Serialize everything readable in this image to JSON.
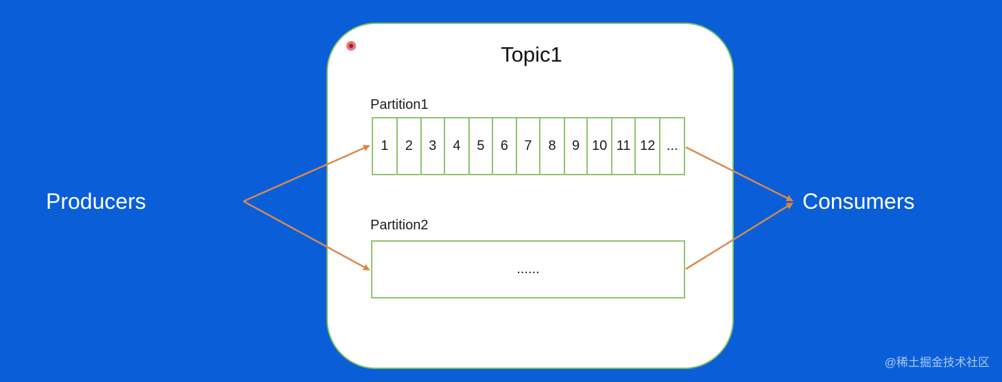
{
  "diagram": {
    "topic": {
      "title": "Topic1"
    },
    "producers_label": "Producers",
    "consumers_label": "Consumers",
    "partition1": {
      "label": "Partition1",
      "cells": [
        "1",
        "2",
        "3",
        "4",
        "5",
        "6",
        "7",
        "8",
        "9",
        "10",
        "11",
        "12",
        "..."
      ]
    },
    "partition2": {
      "label": "Partition2",
      "content": "......"
    },
    "watermark": "@稀土掘金技术社区"
  },
  "colors": {
    "background": "#0a5fd9",
    "topic_fill": "#ffffff",
    "partition_border": "#8dc46b",
    "arrow": "#d9894f",
    "label_text": "#ffffff"
  }
}
